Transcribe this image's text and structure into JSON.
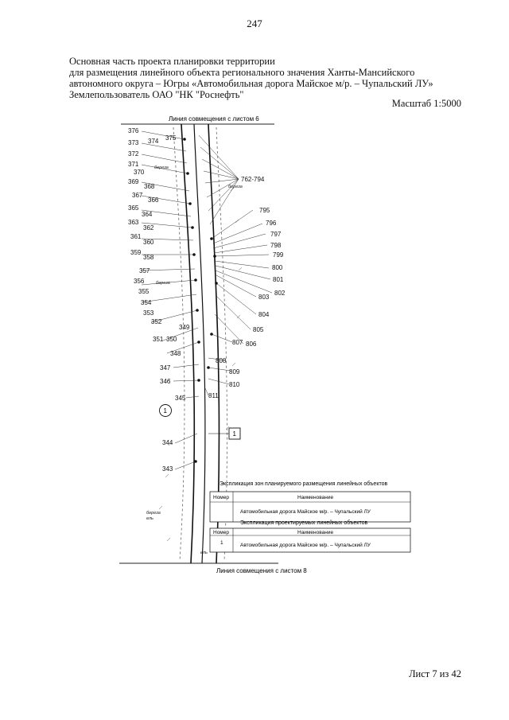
{
  "page_number": "247",
  "header": {
    "lines": [
      "Основная часть проекта планировки территории",
      "для размещения линейного объекта регионального значения Ханты-Мансийского",
      "автономного округа – Югры  «Автомобильная дорога Майское м/р. – Чупальский ЛУ»",
      "Землепользователь ОАО \"НК \"Роснефть\""
    ]
  },
  "scale": "Масштаб 1:5000",
  "plan": {
    "top_caption": "Линия совмещения с листом 6",
    "bottom_caption": "Линия совмещения с листом 8",
    "left_labels": [
      "376",
      "373",
      "374",
      "375",
      "372",
      "371",
      "370",
      "369",
      "368",
      "367",
      "366",
      "365",
      "364",
      "363",
      "362",
      "361",
      "360",
      "359",
      "358",
      "357",
      "356",
      "355",
      "354",
      "353",
      "352",
      "351",
      "350",
      "349",
      "348",
      "347",
      "346",
      "345",
      "344",
      "343"
    ],
    "right_labels": [
      "762-794",
      "795",
      "796",
      "797",
      "798",
      "799",
      "800",
      "801",
      "802",
      "803",
      "804",
      "805",
      "806",
      "807",
      "808",
      "809",
      "810",
      "811"
    ],
    "zone_marker_left": "1",
    "zone_marker_right": "1",
    "forest_note": "береза",
    "forest_note2": "ель"
  },
  "legend": {
    "zones_title": "Экспликация зон планируемого размещения линейных объектов",
    "zones_header": [
      "Номер",
      "Наименование"
    ],
    "zones_row": [
      "",
      "Автомобильная дорога Майское м/р. – Чупальский ЛУ"
    ],
    "objects_title": "Экспликация проектируемых линейных объектов",
    "objects_header": [
      "Номер",
      "Наименование"
    ],
    "objects_row": [
      "1",
      "Автомобильная дорога Майское м/р. – Чупальский ЛУ"
    ]
  },
  "footer": "Лист 7 из 42"
}
